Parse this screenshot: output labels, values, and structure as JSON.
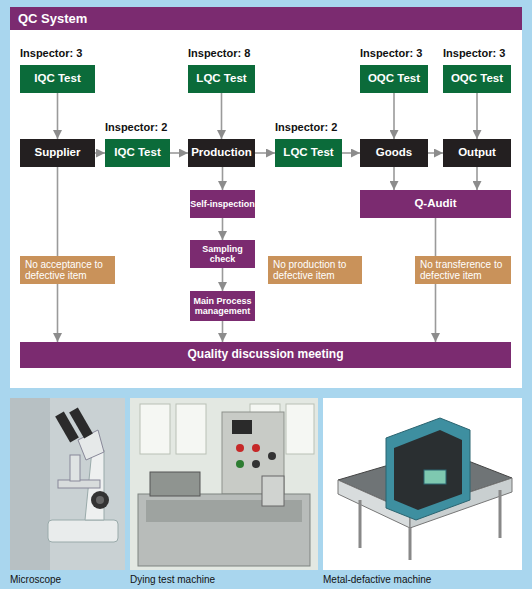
{
  "diagram": {
    "title": "QC System",
    "nodes": [
      {
        "text": [
          "Inspector: 3",
          "IQC Test"
        ]
      },
      {
        "text": [
          "Inspector: 8",
          "LQC Test"
        ]
      },
      {
        "text": [
          "Inspector: 3",
          "OQC Test"
        ]
      },
      {
        "text": [
          "Inspector: 3",
          "OQC Test"
        ]
      },
      {
        "text": [
          "Supplier"
        ]
      },
      {
        "text": [
          "Inspector: 2",
          "IQC Test"
        ]
      },
      {
        "text": [
          "Production"
        ]
      },
      {
        "text": [
          "Inspector: 2",
          "LQC Test"
        ]
      },
      {
        "text": [
          "Goods"
        ]
      },
      {
        "text": [
          "Output"
        ]
      },
      {
        "text": [
          "Self-inspection"
        ]
      },
      {
        "text": [
          "Q-Audit"
        ]
      },
      {
        "text": [
          "Sampling check"
        ]
      },
      {
        "text": [
          "No acceptance to defective item"
        ]
      },
      {
        "text": [
          "No production to defective item"
        ]
      },
      {
        "text": [
          "No transference to defective item"
        ]
      },
      {
        "text": [
          "Main Process management"
        ]
      },
      {
        "text": [
          "Quality discussion meeting"
        ]
      }
    ],
    "edges": [
      {
        "from": 0,
        "to": 4,
        "arrow": "to"
      },
      {
        "from": 1,
        "to": 6,
        "arrow": "to"
      },
      {
        "from": 2,
        "to": 8,
        "arrow": "to"
      },
      {
        "from": 3,
        "to": 9,
        "arrow": "to"
      },
      {
        "from": 4,
        "to": 5,
        "arrow": "to"
      },
      {
        "from": 5,
        "to": 6,
        "arrow": "to"
      },
      {
        "from": 6,
        "to": 7,
        "arrow": "to"
      },
      {
        "from": 7,
        "to": 8,
        "arrow": "to"
      },
      {
        "from": 8,
        "to": 9,
        "arrow": "to"
      },
      {
        "from": 6,
        "to": 10,
        "arrow": "to"
      },
      {
        "from": 10,
        "to": 12,
        "arrow": "to"
      },
      {
        "from": 12,
        "to": 16,
        "arrow": "to"
      },
      {
        "from": 8,
        "to": 11,
        "arrow": "to"
      },
      {
        "from": 9,
        "to": 11,
        "arrow": "to"
      },
      {
        "from": 4,
        "to": 17,
        "arrow": "to"
      },
      {
        "from": 11,
        "to": 17,
        "arrow": "to"
      },
      {
        "from": 16,
        "to": 17,
        "arrow": "to"
      }
    ],
    "labels": [
      "Microscope",
      "Dying test machine",
      "Metal-defactive machine"
    ]
  }
}
